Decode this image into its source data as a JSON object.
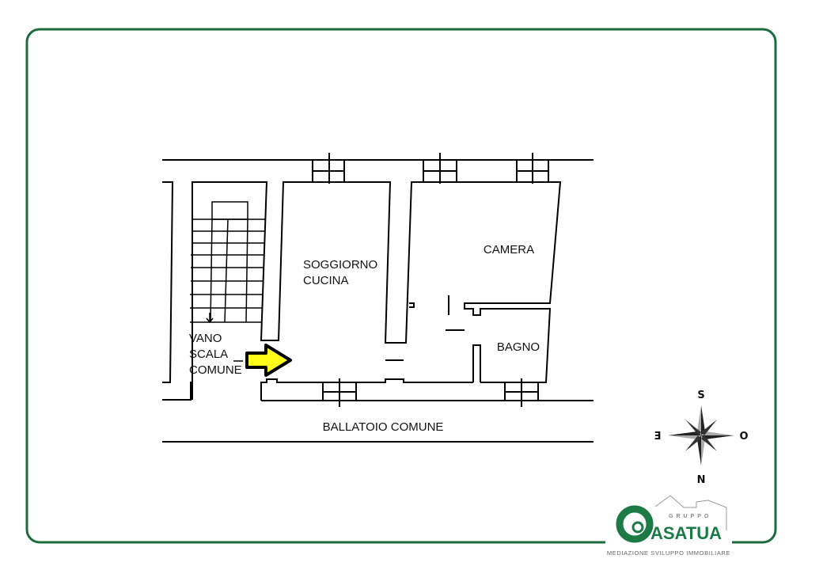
{
  "colors": {
    "frame": "#1c6b3c",
    "arrow": "#ffff1a",
    "logo_green": "#1c7a45"
  },
  "rooms": {
    "living": [
      "SOGGIORNO",
      "CUCINA"
    ],
    "bedroom": "CAMERA",
    "bathroom": "BAGNO",
    "stair": [
      "VANO",
      "SCALA",
      "COMUNE"
    ],
    "balcony": "BALLATOIO COMUNE"
  },
  "compass": {
    "north": "N",
    "south": "S",
    "east": "E",
    "west": "O"
  },
  "logo": {
    "group": "GRUPPO",
    "brand": "ASATUA",
    "tagline": "MEDIAZIONE SVILUPPO IMMOBILIARE"
  }
}
